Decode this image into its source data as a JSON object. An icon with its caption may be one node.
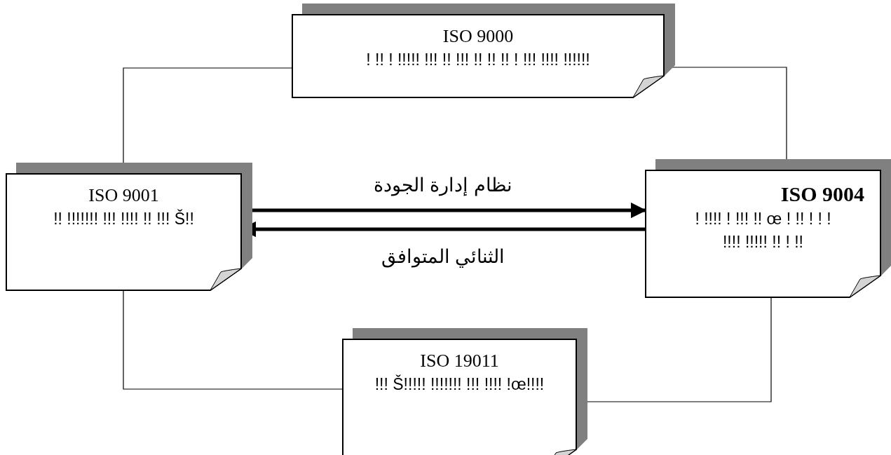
{
  "diagram": {
    "nodes": [
      {
        "text": [
          "ISO 9000",
          "! !! ! !!!!! !!! !! !!! !! !! !! ! !!! !!!! !!!!!!"
        ]
      },
      {
        "text": [
          "ISO 9001",
          "!! !!!!!!! !!! !!!! !! !!! Š!!"
        ]
      },
      {
        "text": [
          "ISO 9004",
          "! !!!! ! !!! !! œ ! !! ! ! ! !!!! !!!!! !! ! !!"
        ]
      },
      {
        "text": [
          "ISO 19011",
          "!!! Š!!!!! !!!!!!! !!! !!!! !œ!!!!"
        ]
      }
    ],
    "edges": [
      {
        "from": 1,
        "to": 0,
        "arrow": "none"
      },
      {
        "from": 0,
        "to": 2,
        "arrow": "none"
      },
      {
        "from": 2,
        "to": 3,
        "arrow": "none"
      },
      {
        "from": 3,
        "to": 1,
        "arrow": "none"
      },
      {
        "from": 1,
        "to": 2,
        "arrow": "to",
        "style": "thick",
        "label": "نظام إدارة الجودة"
      },
      {
        "from": 2,
        "to": 1,
        "arrow": "to",
        "style": "thick",
        "label": "الثنائي المتوافق"
      }
    ]
  }
}
